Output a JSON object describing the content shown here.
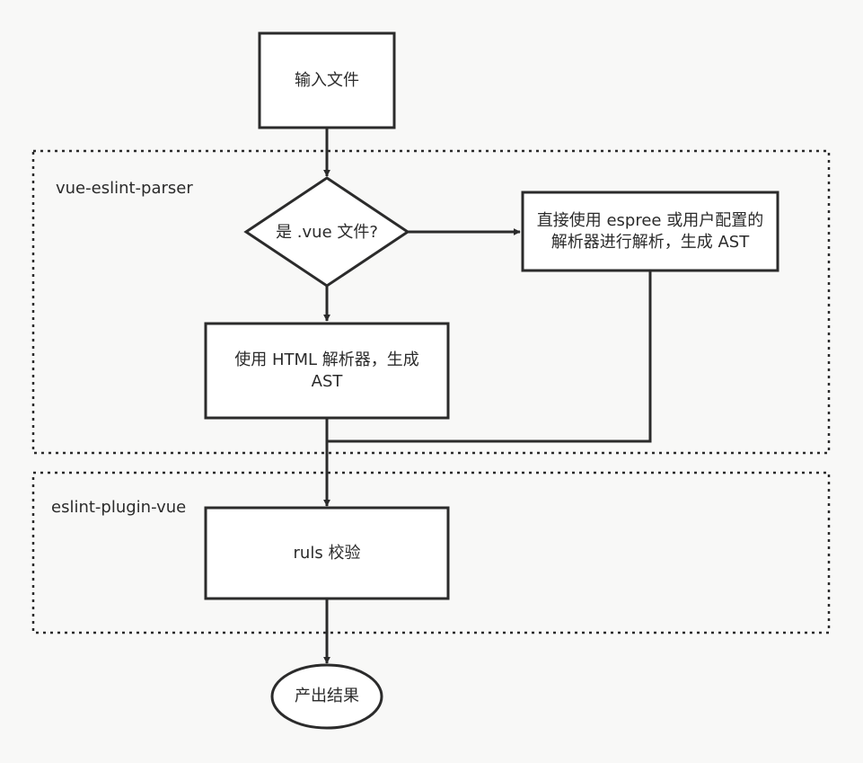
{
  "groups": {
    "parser": "vue-eslint-parser",
    "plugin": "eslint-plugin-vue"
  },
  "nodes": {
    "input": "输入文件",
    "decision": "是 .vue 文件?",
    "espree": "直接使用 espree 或用户配置的解析器进行解析，生成 AST",
    "html_parser": "使用 HTML 解析器，生成 AST",
    "rules": "ruls 校验",
    "output": "产出结果"
  },
  "colors": {
    "stroke": "#2b2b2b",
    "background": "#f8f8f7",
    "fill": "#ffffff"
  }
}
